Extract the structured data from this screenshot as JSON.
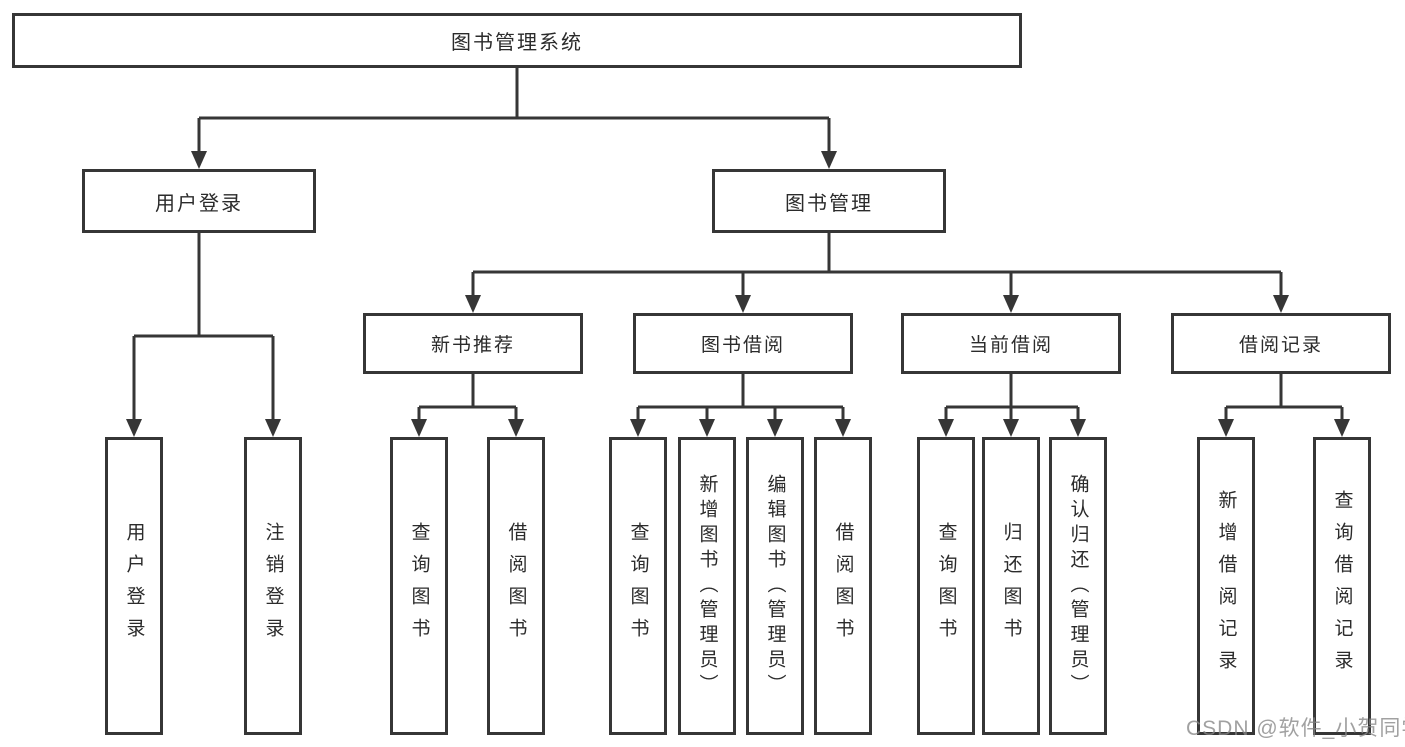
{
  "diagram": {
    "root": {
      "label": "图书管理系统"
    },
    "level1": [
      {
        "id": "user-login",
        "label": "用户登录"
      },
      {
        "id": "book-management",
        "label": "图书管理"
      }
    ],
    "level2": [
      {
        "id": "new-book-recommend",
        "label": "新书推荐"
      },
      {
        "id": "book-borrowing",
        "label": "图书借阅"
      },
      {
        "id": "current-borrowing",
        "label": "当前借阅"
      },
      {
        "id": "borrowing-records",
        "label": "借阅记录"
      }
    ],
    "leaves": [
      {
        "id": "user-login-leaf",
        "label": "用户登录"
      },
      {
        "id": "logout",
        "label": "注销登录"
      },
      {
        "id": "query-books-1",
        "label": "查询图书"
      },
      {
        "id": "borrow-books-1",
        "label": "借阅图书"
      },
      {
        "id": "query-books-2",
        "label": "查询图书"
      },
      {
        "id": "add-books-admin",
        "label": "新增图书（管理员）"
      },
      {
        "id": "edit-books-admin",
        "label": "编辑图书（管理员）"
      },
      {
        "id": "borrow-books-2",
        "label": "借阅图书"
      },
      {
        "id": "query-books-3",
        "label": "查询图书"
      },
      {
        "id": "return-books",
        "label": "归还图书"
      },
      {
        "id": "confirm-return-admin",
        "label": "确认归还（管理员）"
      },
      {
        "id": "add-borrow-record",
        "label": "新增借阅记录"
      },
      {
        "id": "query-borrow-record",
        "label": "查询借阅记录"
      }
    ]
  },
  "watermark": "CSDN @软件_小贺同学",
  "colors": {
    "line": "#363636",
    "text": "#2b2b2b",
    "background": "#ffffff",
    "watermark": "#878787"
  }
}
